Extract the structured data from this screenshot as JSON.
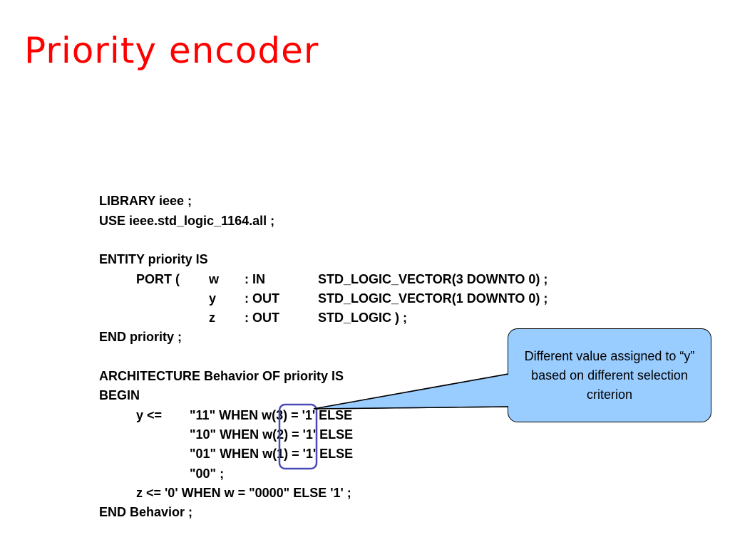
{
  "title": "Priority encoder",
  "code": {
    "line1": "LIBRARY ieee ;",
    "line2": "USE ieee.std_logic_1164.all ;",
    "line3": "ENTITY priority IS",
    "port_kw": "PORT (",
    "ports": [
      {
        "name": "w",
        "mode": ": IN",
        "type": "STD_LOGIC_VECTOR(3 DOWNTO 0) ;"
      },
      {
        "name": "y",
        "mode": ": OUT",
        "type": "STD_LOGIC_VECTOR(1 DOWNTO 0) ;"
      },
      {
        "name": "z",
        "mode": ": OUT",
        "type": "STD_LOGIC ) ;"
      }
    ],
    "end_entity": "END priority ;",
    "arch": "ARCHITECTURE Behavior OF priority IS",
    "begin": "BEGIN",
    "y_assign": "y <=",
    "y_lines": [
      "\"11\" WHEN w(3) = '1' ELSE",
      "\"10\" WHEN w(2) = '1' ELSE",
      "\"01\" WHEN w(1) = '1' ELSE",
      "\"00\" ;"
    ],
    "z_line": "z <= '0' WHEN w = \"0000\" ELSE '1' ;",
    "end_arch": "END Behavior ;"
  },
  "callout": {
    "text": "Different value assigned to “y” based on different selection criterion"
  },
  "colors": {
    "title": "#ff0000",
    "callout_fill": "#99ccff",
    "highlight_box": "#4a4ab8"
  }
}
